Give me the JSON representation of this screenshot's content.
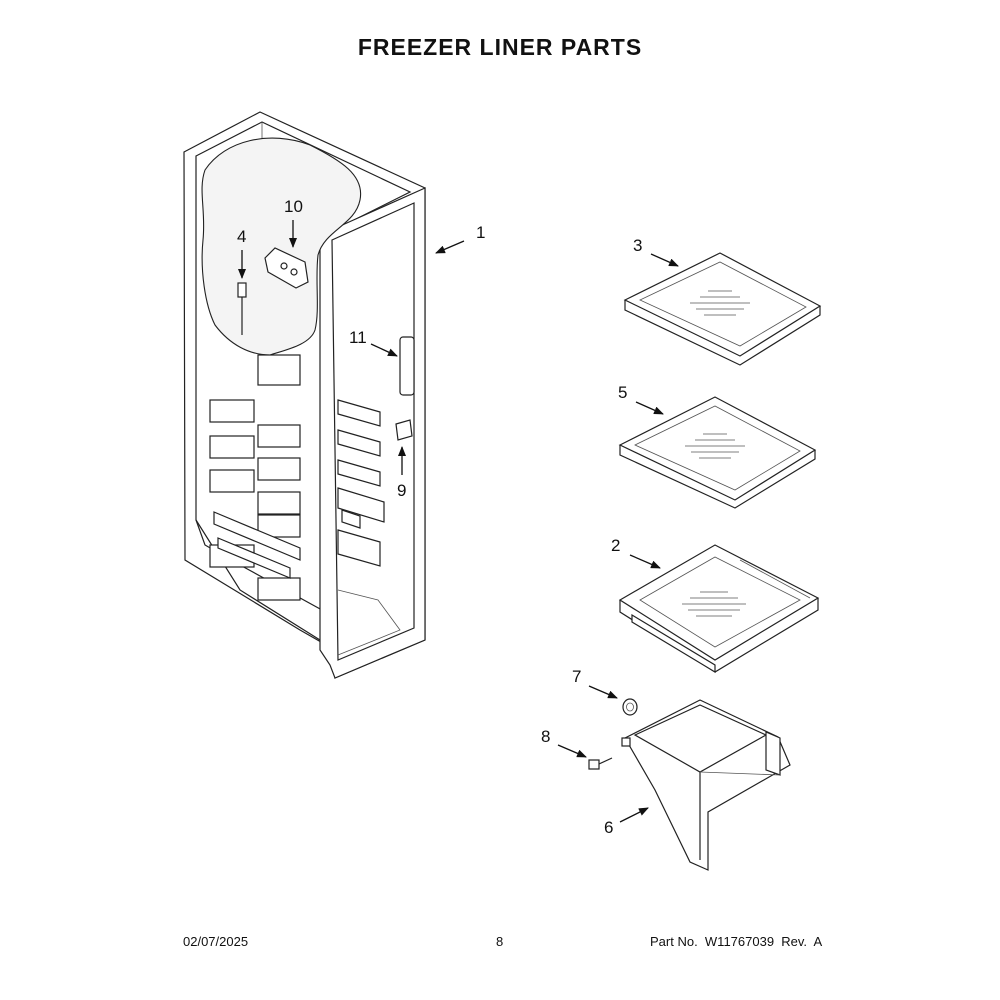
{
  "title": "FREEZER LINER PARTS",
  "callouts": [
    "1",
    "2",
    "3",
    "4",
    "5",
    "6",
    "7",
    "8",
    "9",
    "10",
    "11"
  ],
  "footer": {
    "date": "02/07/2025",
    "page": "8",
    "part": "Part No.  W11767039  Rev.  A"
  }
}
